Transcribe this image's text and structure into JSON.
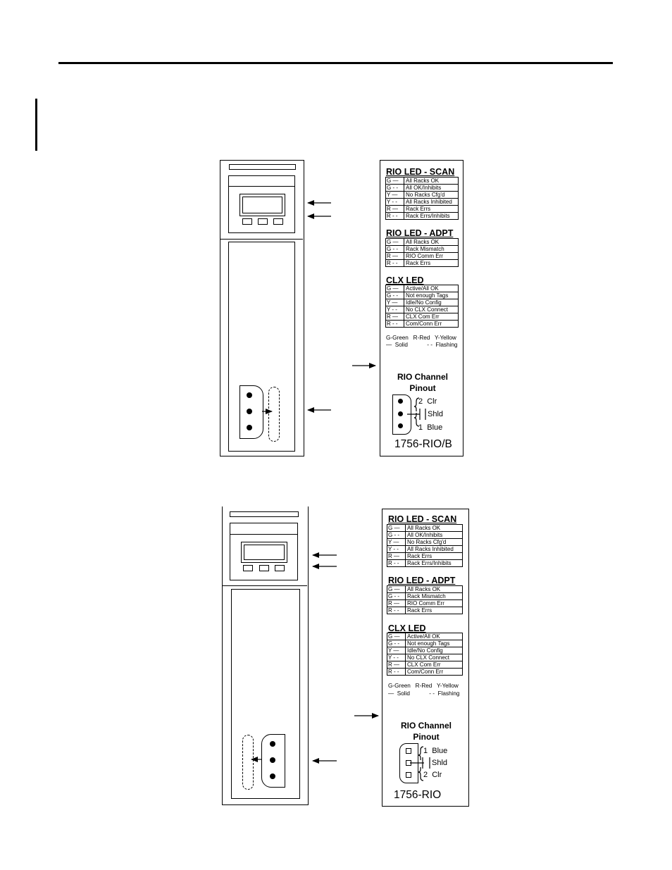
{
  "figure_top": {
    "sections": [
      {
        "title": "RIO LED - SCAN",
        "rows": [
          {
            "code": "G —",
            "text": "All Racks OK"
          },
          {
            "code": "G - -",
            "text": "All OK/Inhibits"
          },
          {
            "code": "Y —",
            "text": "No Racks Cfg'd"
          },
          {
            "code": "Y - -",
            "text": "All Racks Inhibited"
          },
          {
            "code": "R —",
            "text": "Rack Errs"
          },
          {
            "code": "R - -",
            "text": "Rack Errs/Inhibits"
          }
        ]
      },
      {
        "title": "RIO LED - ADPT",
        "rows": [
          {
            "code": "G —",
            "text": "All Racks OK"
          },
          {
            "code": "G - -",
            "text": "Rack Mismatch"
          },
          {
            "code": "R —",
            "text": "RIO Comm Err"
          },
          {
            "code": "R - -",
            "text": "Rack Errs"
          }
        ]
      },
      {
        "title": "CLX LED",
        "rows": [
          {
            "code": "G —",
            "text": "Active/All OK"
          },
          {
            "code": "G - -",
            "text": "Not enough Tags"
          },
          {
            "code": "Y —",
            "text": "Idle/No Config"
          },
          {
            "code": "Y - -",
            "text": "No CLX Connect"
          },
          {
            "code": "R —",
            "text": "CLX Com Err"
          },
          {
            "code": "R - -",
            "text": "Com/Conn Err"
          }
        ]
      }
    ],
    "legend": {
      "line1": "G-Green   R-Red   Y-Yellow",
      "line2": "—  Solid            - -  Flashing"
    },
    "pinout": {
      "title_line1": "RIO Channel",
      "title_line2": "Pinout",
      "pins": [
        "2  Clr",
        "Shld",
        "1  Blue"
      ]
    },
    "catalog": "1756-RIO/B"
  },
  "figure_bottom": {
    "sections": [
      {
        "title": "RIO LED - SCAN",
        "rows": [
          {
            "code": "G —",
            "text": "All Racks OK"
          },
          {
            "code": "G - -",
            "text": "All OK/Inhibits"
          },
          {
            "code": "Y —",
            "text": "No Racks Cfg'd"
          },
          {
            "code": "Y - -",
            "text": "All Racks Inhibited"
          },
          {
            "code": "R —",
            "text": "Rack Errs"
          },
          {
            "code": "R - -",
            "text": "Rack Errs/Inhibits"
          }
        ]
      },
      {
        "title": "RIO LED - ADPT",
        "rows": [
          {
            "code": "G —",
            "text": "All Racks OK"
          },
          {
            "code": "G - -",
            "text": "Rack Mismatch"
          },
          {
            "code": "R —",
            "text": "RIO Comm Err"
          },
          {
            "code": "R - -",
            "text": "Rack Errs"
          }
        ]
      },
      {
        "title": "CLX LED",
        "rows": [
          {
            "code": "G —",
            "text": "Active/All OK"
          },
          {
            "code": "G - -",
            "text": "Not enough Tags"
          },
          {
            "code": "Y —",
            "text": "Idle/No Config"
          },
          {
            "code": "Y - -",
            "text": "No CLX Connect"
          },
          {
            "code": "R —",
            "text": "CLX Com Err"
          },
          {
            "code": "R - -",
            "text": "Com/Conn Err"
          }
        ]
      }
    ],
    "legend": {
      "line1": "G-Green   R-Red   Y-Yellow",
      "line2": "—  Solid            - -  Flashing"
    },
    "pinout": {
      "title_line1": "RIO Channel",
      "title_line2": "Pinout",
      "pins": [
        "1  Blue",
        "Shld",
        "2  Clr"
      ]
    },
    "catalog": "1756-RIO"
  }
}
